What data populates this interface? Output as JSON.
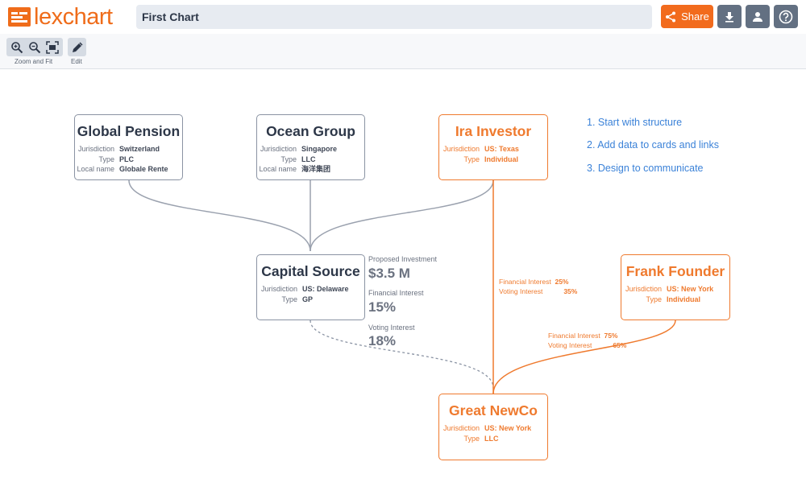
{
  "app": {
    "logo_text": "lexchart",
    "chart_title": "First Chart",
    "share_label": "Share",
    "icons": {
      "share": "share-icon",
      "download": "download-icon",
      "account": "person-icon",
      "help": "help-icon"
    }
  },
  "toolbar": {
    "zoom_label": "Zoom and Fit",
    "edit_label": "Edit"
  },
  "colors": {
    "accent": "#ef6c1a",
    "node_border": "#8a93a3",
    "link_gray": "#8a93a3",
    "link_orange": "#ef7a2e",
    "step_blue": "#3b82d8"
  },
  "steps": [
    "1. Start with structure",
    "2. Add data to cards and links",
    "3. Design to communicate"
  ],
  "cards": {
    "global_pension": {
      "title": "Global Pension",
      "rows": [
        {
          "k": "Jurisdiction",
          "v": "Switzerland"
        },
        {
          "k": "Type",
          "v": "PLC"
        },
        {
          "k": "Local name",
          "v": "Globale Rente"
        }
      ]
    },
    "ocean_group": {
      "title": "Ocean Group",
      "rows": [
        {
          "k": "Jurisdiction",
          "v": "Singapore"
        },
        {
          "k": "Type",
          "v": "LLC"
        },
        {
          "k": "Local name",
          "v": "海洋集团"
        }
      ]
    },
    "ira_investor": {
      "title": "Ira Investor",
      "rows": [
        {
          "k": "Jurisdiction",
          "v": "US: Texas"
        },
        {
          "k": "Type",
          "v": "Individual"
        }
      ]
    },
    "capital_source": {
      "title": "Capital Source",
      "rows": [
        {
          "k": "Jurisdiction",
          "v": "US: Delaware"
        },
        {
          "k": "Type",
          "v": "GP"
        }
      ]
    },
    "frank_founder": {
      "title": "Frank Founder",
      "rows": [
        {
          "k": "Jurisdiction",
          "v": "US: New York"
        },
        {
          "k": "Type",
          "v": "Individual"
        }
      ]
    },
    "great_newco": {
      "title": "Great NewCo",
      "rows": [
        {
          "k": "Jurisdiction",
          "v": "US: New York"
        },
        {
          "k": "Type",
          "v": "LLC"
        }
      ]
    }
  },
  "capital_source_side": {
    "proposed_label": "Proposed Investment",
    "proposed_value": "$3.5 M",
    "financial_label": "Financial Interest",
    "financial_value": "15%",
    "voting_label": "Voting Interest",
    "voting_value": "18%"
  },
  "ira_link": {
    "financial_label": "Financial Interest",
    "financial_value": "25%",
    "voting_label": "Voting Interest",
    "voting_value": "35%"
  },
  "frank_link": {
    "financial_label": "Financial Interest",
    "financial_value": "75%",
    "voting_label": "Voting Interest",
    "voting_value": "65%"
  }
}
